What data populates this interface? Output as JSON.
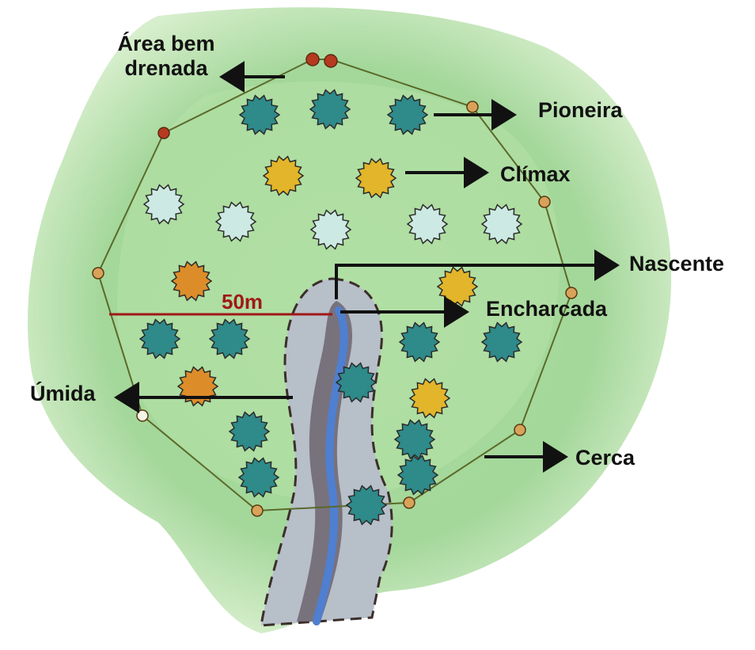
{
  "labels": {
    "area_line1": "Área bem",
    "area_line2": "drenada",
    "pioneira": "Pioneira",
    "climax": "Clímax",
    "nascente": "Nascente",
    "encharcada": "Encharcada",
    "umida": "Úmida",
    "cerca": "Cerca",
    "distance": "50m"
  },
  "colors": {
    "vegetation": "#8fcf86",
    "vegetation_light": "#c9e8b8",
    "fence": "#5a6a2a",
    "fence_post": "#d9a25a",
    "fence_post_red": "#b53a1f",
    "tree_pioneira": "#2f8a8a",
    "tree_climax": "#e2b52a",
    "tree_climax_orange": "#dc8d2a",
    "tree_light": "#cde9e3",
    "water": "#4f7fd0",
    "wetland": "#b7bfc9",
    "distance_line": "#a01818",
    "arrow": "#111111"
  }
}
